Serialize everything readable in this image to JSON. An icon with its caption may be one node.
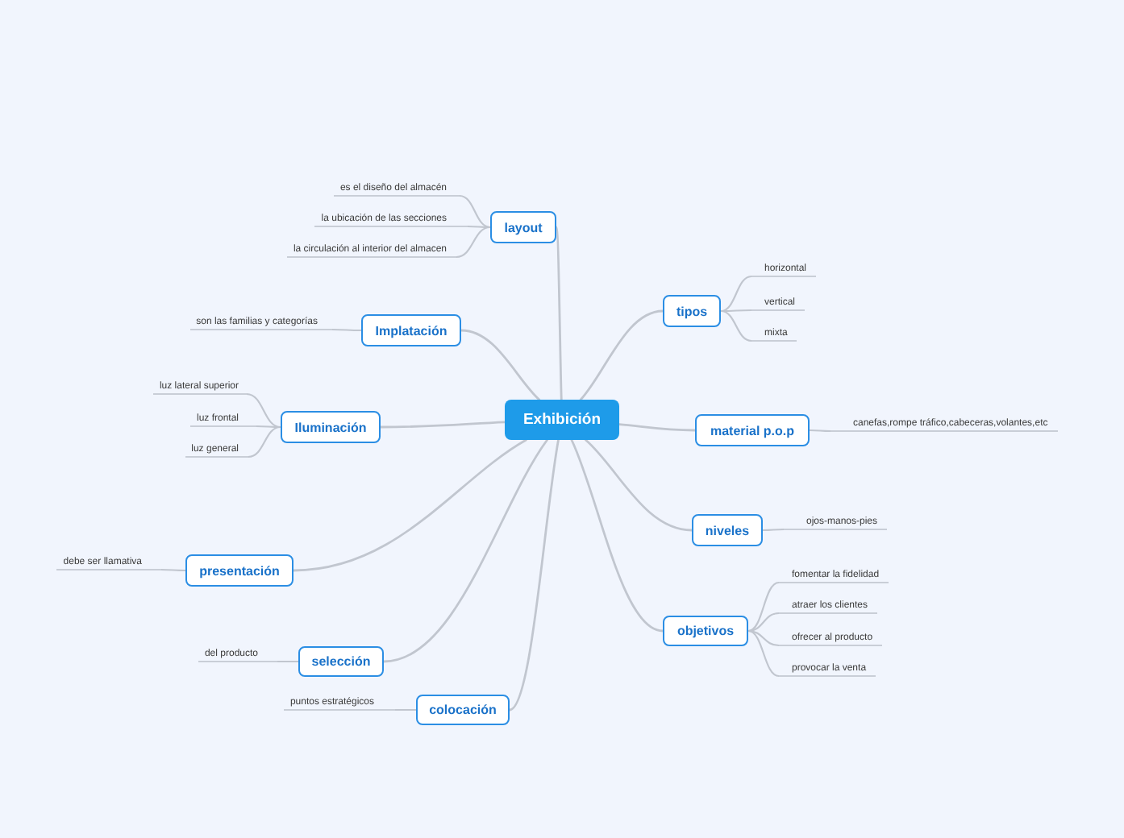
{
  "diagram": {
    "nodes": [
      {
        "text": [
          "Exhibición"
        ]
      },
      {
        "text": [
          "layout"
        ]
      },
      {
        "text": [
          "es el diseño del almacén"
        ]
      },
      {
        "text": [
          "la ubicación de las secciones"
        ]
      },
      {
        "text": [
          "la circulación al interior del almacen"
        ]
      },
      {
        "text": [
          "Implatación"
        ]
      },
      {
        "text": [
          "son las familias y categorías"
        ]
      },
      {
        "text": [
          "Iluminación"
        ]
      },
      {
        "text": [
          "luz lateral superior"
        ]
      },
      {
        "text": [
          "luz frontal"
        ]
      },
      {
        "text": [
          "luz general"
        ]
      },
      {
        "text": [
          "presentación"
        ]
      },
      {
        "text": [
          "debe ser llamativa"
        ]
      },
      {
        "text": [
          "selección"
        ]
      },
      {
        "text": [
          "del producto"
        ]
      },
      {
        "text": [
          "colocación"
        ]
      },
      {
        "text": [
          "puntos estratégicos"
        ]
      },
      {
        "text": [
          "tipos"
        ]
      },
      {
        "text": [
          "horizontal"
        ]
      },
      {
        "text": [
          "vertical"
        ]
      },
      {
        "text": [
          "mixta"
        ]
      },
      {
        "text": [
          "material p.o.p"
        ]
      },
      {
        "text": [
          "canefas,rompe tráfico,cabeceras,volantes,etc"
        ]
      },
      {
        "text": [
          "niveles"
        ]
      },
      {
        "text": [
          "ojos-manos-pies"
        ]
      },
      {
        "text": [
          "objetivos"
        ]
      },
      {
        "text": [
          "fomentar la fidelidad"
        ]
      },
      {
        "text": [
          "atraer los clientes"
        ]
      },
      {
        "text": [
          "ofrecer al producto"
        ]
      },
      {
        "text": [
          "provocar la venta"
        ]
      }
    ],
    "edges": [
      {
        "from": 0,
        "to": 1,
        "arrow": "none"
      },
      {
        "from": 0,
        "to": 5,
        "arrow": "none"
      },
      {
        "from": 0,
        "to": 7,
        "arrow": "none"
      },
      {
        "from": 0,
        "to": 11,
        "arrow": "none"
      },
      {
        "from": 0,
        "to": 13,
        "arrow": "none"
      },
      {
        "from": 0,
        "to": 15,
        "arrow": "none"
      },
      {
        "from": 0,
        "to": 17,
        "arrow": "none"
      },
      {
        "from": 0,
        "to": 21,
        "arrow": "none"
      },
      {
        "from": 0,
        "to": 23,
        "arrow": "none"
      },
      {
        "from": 0,
        "to": 25,
        "arrow": "none"
      },
      {
        "from": 1,
        "to": 2,
        "arrow": "none"
      },
      {
        "from": 1,
        "to": 3,
        "arrow": "none"
      },
      {
        "from": 1,
        "to": 4,
        "arrow": "none"
      },
      {
        "from": 5,
        "to": 6,
        "arrow": "none"
      },
      {
        "from": 7,
        "to": 8,
        "arrow": "none"
      },
      {
        "from": 7,
        "to": 9,
        "arrow": "none"
      },
      {
        "from": 7,
        "to": 10,
        "arrow": "none"
      },
      {
        "from": 11,
        "to": 12,
        "arrow": "none"
      },
      {
        "from": 13,
        "to": 14,
        "arrow": "none"
      },
      {
        "from": 15,
        "to": 16,
        "arrow": "none"
      },
      {
        "from": 17,
        "to": 18,
        "arrow": "none"
      },
      {
        "from": 17,
        "to": 19,
        "arrow": "none"
      },
      {
        "from": 17,
        "to": 20,
        "arrow": "none"
      },
      {
        "from": 21,
        "to": 22,
        "arrow": "none"
      },
      {
        "from": 23,
        "to": 24,
        "arrow": "none"
      },
      {
        "from": 25,
        "to": 26,
        "arrow": "none"
      },
      {
        "from": 25,
        "to": 27,
        "arrow": "none"
      },
      {
        "from": 25,
        "to": 28,
        "arrow": "none"
      },
      {
        "from": 25,
        "to": 29,
        "arrow": "none"
      }
    ]
  }
}
